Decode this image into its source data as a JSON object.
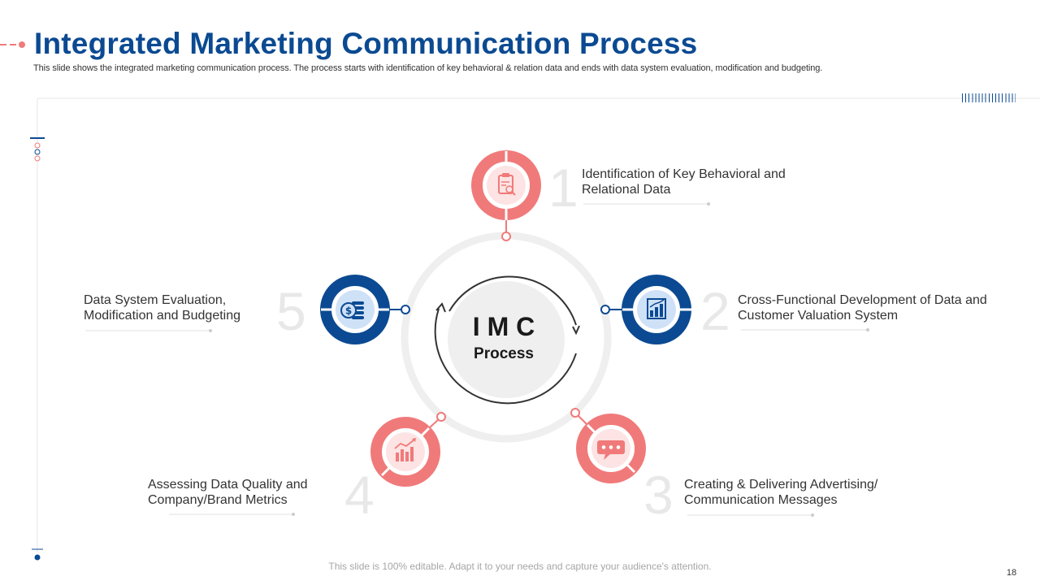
{
  "header": {
    "title": "Integrated Marketing Communication Process",
    "subtitle": "This slide shows the integrated marketing communication process. The process starts with identification of key behavioral & relation data and ends with data system evaluation, modification and budgeting."
  },
  "center": {
    "line1": "I M C",
    "line2": "Process"
  },
  "steps": [
    {
      "number": "1",
      "line1": "Identification of Key Behavioral and",
      "line2": "Relational Data",
      "icon": "clipboard-search-icon",
      "color": "#f07a7a"
    },
    {
      "number": "2",
      "line1": "Cross-Functional Development of Data and",
      "line2": "Customer Valuation System",
      "icon": "bar-chart-icon",
      "color": "#0b4a92"
    },
    {
      "number": "3",
      "line1": "Creating & Delivering Advertising/",
      "line2": "Communication Messages",
      "icon": "speech-bubble-icon",
      "color": "#f07a7a"
    },
    {
      "number": "4",
      "line1": "Assessing Data Quality and",
      "line2": "Company/Brand Metrics",
      "icon": "growth-chart-icon",
      "color": "#f07a7a"
    },
    {
      "number": "5",
      "line1": "Data System Evaluation,",
      "line2": "Modification and Budgeting",
      "icon": "money-icon",
      "color": "#0b4a92"
    }
  ],
  "footer": {
    "note": "This slide is 100% editable. Adapt it to your needs and capture your audience's attention.",
    "page_number": "18"
  },
  "colors": {
    "navy": "#0b4a92",
    "coral": "#f07a7a",
    "light_gray": "#efefef"
  }
}
